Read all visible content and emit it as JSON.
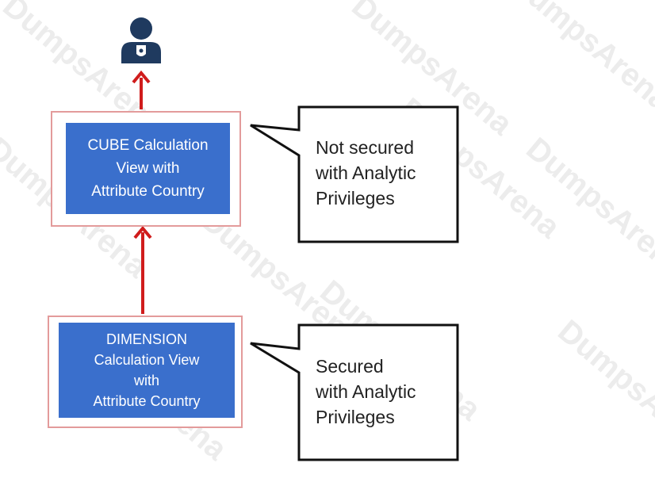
{
  "watermark": "DumpsArena",
  "icons": {
    "user": "user-icon"
  },
  "colors": {
    "node_fill": "#3a6fcc",
    "arrow": "#d01c1c",
    "frame": "#e39b9b"
  },
  "diagram": {
    "cube_view": {
      "line1": "CUBE Calculation",
      "line2": "View with",
      "line3": "Attribute Country"
    },
    "dimension_view": {
      "line1": "DIMENSION",
      "line2": "Calculation View",
      "line3": "with",
      "line4": "Attribute Country"
    },
    "callout_top": {
      "line1": "Not secured",
      "line2": "with Analytic",
      "line3": "Privileges"
    },
    "callout_bottom": {
      "line1": "Secured",
      "line2": "with Analytic",
      "line3": "Privileges"
    }
  }
}
